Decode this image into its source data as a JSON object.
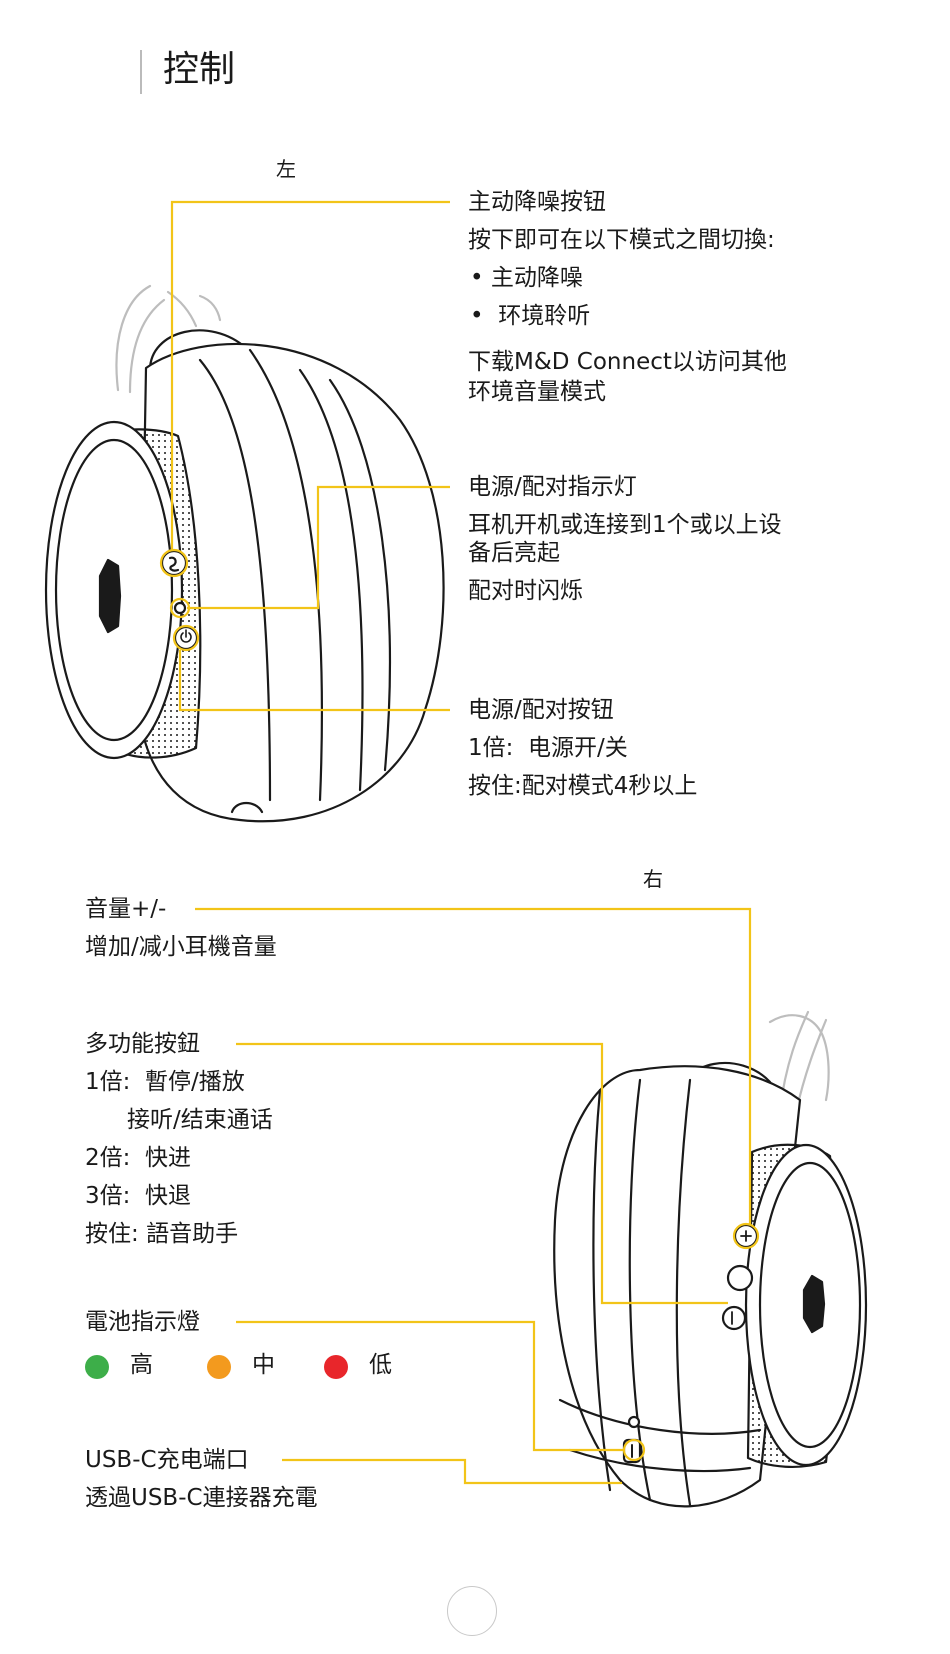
{
  "page": {
    "title": "控制"
  },
  "left": {
    "side_label": "左",
    "anc": {
      "heading": "主动降噪按钮",
      "desc": "按下即可在以下模式之間切換:",
      "bullets": [
        "主动降噪",
        "环境聆听"
      ],
      "note_line1": "下载M&D Connect以访问其他",
      "note_line2": "环境音量模式"
    },
    "indicator": {
      "heading": "电源/配对指示灯",
      "line1": "耳机开机或连接到1个或以上设",
      "line2": "备后亮起",
      "line3": "配对时闪烁"
    },
    "power": {
      "heading": "电源/配对按钮",
      "line1_key": "1倍:",
      "line1_val": "电源开/关",
      "line2_key": "按住:",
      "line2_val": "配对模式4秒以上"
    }
  },
  "right": {
    "side_label": "右",
    "volume": {
      "heading": "音量+/-",
      "desc": "增加/减小耳機音量"
    },
    "multi": {
      "heading": "多功能按鈕",
      "r1_key": "1倍:",
      "r1_val": "暫停/播放",
      "r1b_val": "接听/结束通话",
      "r2_key": "2倍:",
      "r2_val": "快进",
      "r3_key": "3倍:",
      "r3_val": "快退",
      "r4_key": "按住:",
      "r4_val": "語音助手"
    },
    "battery": {
      "heading": "電池指示燈",
      "levels": [
        {
          "label": "高",
          "color": "#3dae49"
        },
        {
          "label": "中",
          "color": "#f39a1e"
        },
        {
          "label": "低",
          "color": "#e8262b"
        }
      ]
    },
    "usb": {
      "heading": "USB-C充电端口",
      "desc": "透過USB-C連接器充電"
    }
  },
  "colors": {
    "callout": "#f2c418",
    "outline": "#1a1a1a",
    "headband": "#bdbdbd"
  },
  "icons": [
    "headphone-left-illustration",
    "headphone-right-illustration",
    "anc-icon",
    "power-icon",
    "plus-icon",
    "minus-icon",
    "multifunction-button-icon",
    "led-icon",
    "usb-c-port-icon"
  ]
}
